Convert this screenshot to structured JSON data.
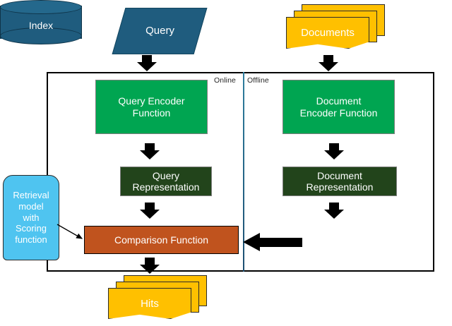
{
  "diagram": {
    "title": "Retrieval architecture: online query path and offline document indexing path",
    "container": {
      "name": "retrieval-system-boundary"
    },
    "phases": {
      "online_label": "Online",
      "offline_label": "Offline"
    },
    "nodes": {
      "query": "Query",
      "documents": "Documents",
      "query_encoder": "Query Encoder\nFunction",
      "document_encoder": "Document\nEncoder Function",
      "query_representation": "Query\nRepresentation",
      "document_representation": "Document\nRepresentation",
      "comparison_function": "Comparison Function",
      "index": "Index",
      "hits": "Hits",
      "retrieval_model": "Retrieval\nmodel\nwith\nScoring\nfunction"
    },
    "colors": {
      "query_fill": "#1F5C7E",
      "documents_fill": "#FFC000",
      "encoder_fill": "#00A551",
      "representation_fill": "#22441B",
      "comparison_fill": "#C0531E",
      "index_fill": "#1F5C7E",
      "hits_fill": "#FFC000",
      "retrieval_model_fill": "#4FC4F0",
      "divider_stroke": "#2E7E9E",
      "arrow_fill": "#000000",
      "container_stroke": "#000000"
    },
    "edges": [
      {
        "name": "query-to-query-encoder",
        "from": "Query",
        "to": "Query Encoder Function",
        "style": "block-arrow-down"
      },
      {
        "name": "documents-to-document-encoder",
        "from": "Documents",
        "to": "Document Encoder Function",
        "style": "block-arrow-down"
      },
      {
        "name": "query-encoder-to-query-representation",
        "from": "Query Encoder Function",
        "to": "Query Representation",
        "style": "block-arrow-down"
      },
      {
        "name": "document-encoder-to-document-representation",
        "from": "Document Encoder Function",
        "to": "Document Representation",
        "style": "block-arrow-down"
      },
      {
        "name": "query-representation-to-comparison",
        "from": "Query Representation",
        "to": "Comparison Function",
        "style": "block-arrow-down"
      },
      {
        "name": "document-representation-to-index",
        "from": "Document Representation",
        "to": "Index",
        "style": "block-arrow-down"
      },
      {
        "name": "index-to-comparison",
        "from": "Index",
        "to": "Comparison Function",
        "style": "block-arrow-left"
      },
      {
        "name": "comparison-to-hits",
        "from": "Comparison Function",
        "to": "Hits",
        "style": "block-arrow-down"
      },
      {
        "name": "retrieval-model-to-comparison",
        "from": "Retrieval model with Scoring function",
        "to": "Comparison Function",
        "style": "thin-arrow"
      }
    ]
  }
}
